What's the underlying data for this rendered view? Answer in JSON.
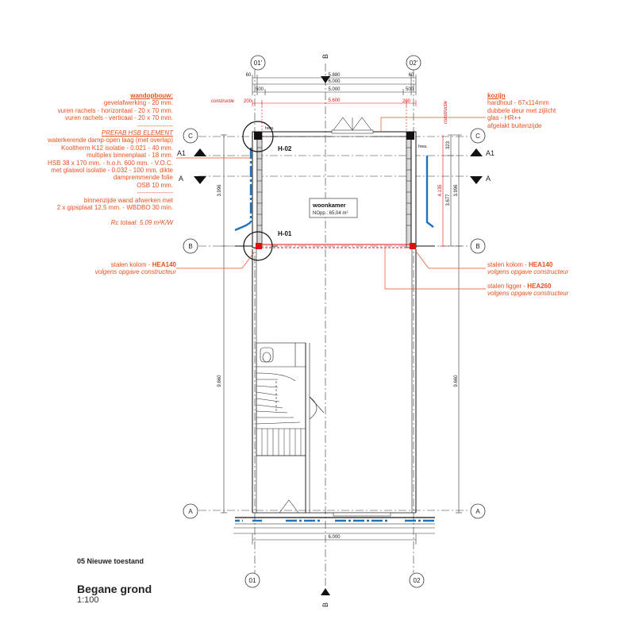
{
  "grid": {
    "col_01_top": "01'",
    "col_02_top": "02'",
    "col_01_bottom": "01",
    "col_02_bottom": "02",
    "row_c": "C",
    "row_b": "B",
    "row_a": "A",
    "section_a1": "A1",
    "section_a": "A",
    "section_b": "B"
  },
  "dims": {
    "top_60_left": "60",
    "top_60_right": "60",
    "top_5880": "5.880",
    "top_6000": "6.000",
    "top_500_left": "500",
    "top_5000": "5.000",
    "top_500_right": "500",
    "constructie_left": "constructie",
    "red_200_left": "200",
    "red_5600": "5.600",
    "red_200_right": "200",
    "constructie_right": "constructie",
    "left_3996": "3.996",
    "left_9660": "9.660",
    "right_323": "323",
    "right_3677": "3.677",
    "right_4135": "4.135",
    "right_3996": "3.996",
    "right_9660": "9.660",
    "bottom_6000": "6.000"
  },
  "plan": {
    "room_name": "woonkamer",
    "room_area": "NOpp.: 65,04 m²",
    "detail_h02": "H-02",
    "detail_h01": "H-01",
    "hwa_left": "hwa.",
    "hwa_right": "hwa."
  },
  "notes_left": {
    "wandopbouw_title": "wandopbouw:",
    "wandopbouw_lines": [
      "gevelafwerking - 20 mm.",
      "vuren rachels - horizontaal - 20 x 70 mm.",
      "vuren rachels - verticaal - 20 x 70 mm.",
      "-----------------"
    ],
    "prefab_title": "PREFAB HSB ELEMENT",
    "prefab_lines": [
      "waterkerende damp-open laag (met overlap)",
      "Kooltherm K12 isolatie - 0.021 - 40 mm.",
      "multiplex binnenplaat - 18 mm.",
      "HSB 38 x 170 mm. - h.o.h. 600 mm. - V.O.C.",
      "met glaswol isolatie - 0.032 - 100 mm. dikte",
      "dampremmende folie",
      "OSB 10 mm.",
      "-----------------",
      "binnenzijde wand afwerken met",
      "2 x gipsplaat 12,5 mm. - WBDBO 30 min."
    ],
    "rc_total": "Rc totaal: 5.09 m²K/W"
  },
  "notes_right": {
    "kozijn_title": "kozijn",
    "kozijn_lines": [
      "hardhout - 67x114mm",
      "dubbele deur met zijlicht",
      "glas - HR++",
      "afgelakt buitenzijde"
    ]
  },
  "callouts": {
    "kolom_left_prefix": "stalen kolom - ",
    "kolom_left_bold": "HEA140",
    "kolom_left_sub": "volgens opgave constructeur",
    "kolom_right_prefix": "stalen kolom - ",
    "kolom_right_bold": "HEA140",
    "kolom_right_sub": "volgens opgave constructeur",
    "ligger_prefix": "stalen ligger - ",
    "ligger_bold": "HEA260",
    "ligger_sub": "volgens opgave constructeur"
  },
  "title_block": {
    "subtitle": "05 Nieuwe toestand",
    "title": "Begane grond",
    "scale": "1:100"
  },
  "colors": {
    "annotation": "#e8501e",
    "construction_red": "#e01010",
    "insulation_blue": "#1e73be",
    "line": "#222222"
  }
}
